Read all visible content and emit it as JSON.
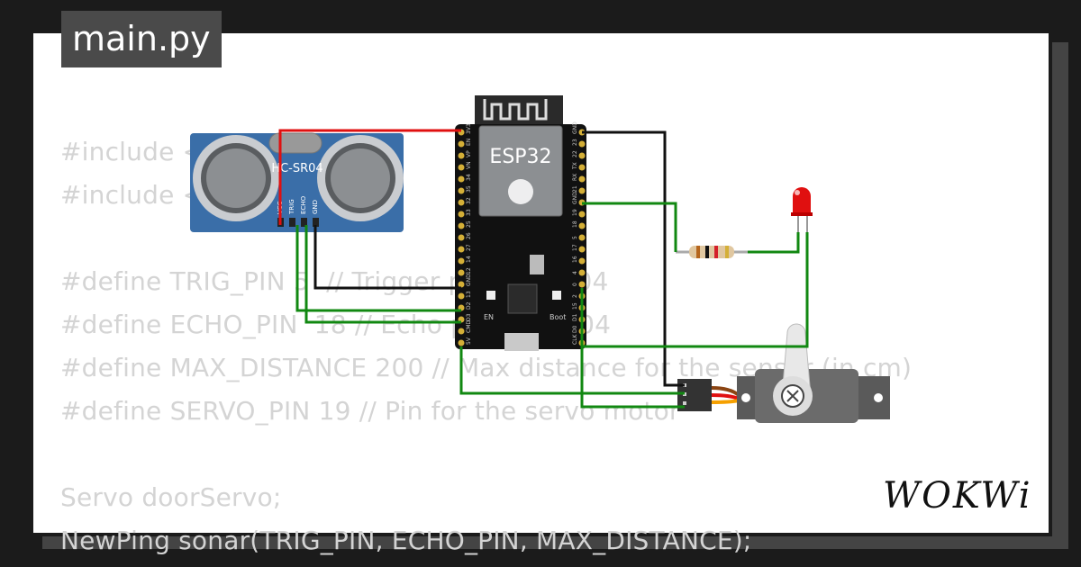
{
  "file_tab": {
    "label": "main.py"
  },
  "code_lines": [
    "#include <",
    "#include <",
    "",
    "#define TRIG_PIN 5  // Trigger pin HC-SR04",
    "#define ECHO_PIN  18 // Echo pin HC-SR04",
    "#define MAX_DISTANCE 200 // Max distance for the sensor (in cm)",
    "#define SERVO_PIN 19 // Pin for the servo motor",
    "",
    "Servo doorServo;",
    "NewPing sonar(TRIG_PIN, ECHO_PIN, MAX_DISTANCE);"
  ],
  "sensor": {
    "model": "HC-SR04",
    "pins": [
      "VCC",
      "TRIG",
      "ECHO",
      "GND"
    ]
  },
  "board": {
    "name": "ESP32",
    "left_pins": [
      "3V3",
      "EN",
      "VP",
      "VN",
      "34",
      "35",
      "32",
      "33",
      "25",
      "26",
      "27",
      "14",
      "12",
      "GND",
      "13",
      "D2",
      "D3",
      "CMD",
      "5V"
    ],
    "right_pins": [
      "GND",
      "23",
      "22",
      "TX",
      "RX",
      "21",
      "GND",
      "19",
      "18",
      "5",
      "17",
      "16",
      "4",
      "0",
      "2",
      "15",
      "D1",
      "D0",
      "CLK"
    ],
    "button_en": "EN",
    "button_boot": "Boot"
  },
  "components": {
    "led": {
      "color": "#e01010"
    },
    "resistor": {
      "bands": [
        "#b5651d",
        "#111111",
        "#d4202a",
        "#d4af37"
      ]
    },
    "servo": {
      "body_color": "#5a5a5a"
    }
  },
  "wire_colors": {
    "vcc": "#e01010",
    "gnd": "#111111",
    "signal": "#118811"
  },
  "brand": {
    "logo": "WOKWi"
  }
}
